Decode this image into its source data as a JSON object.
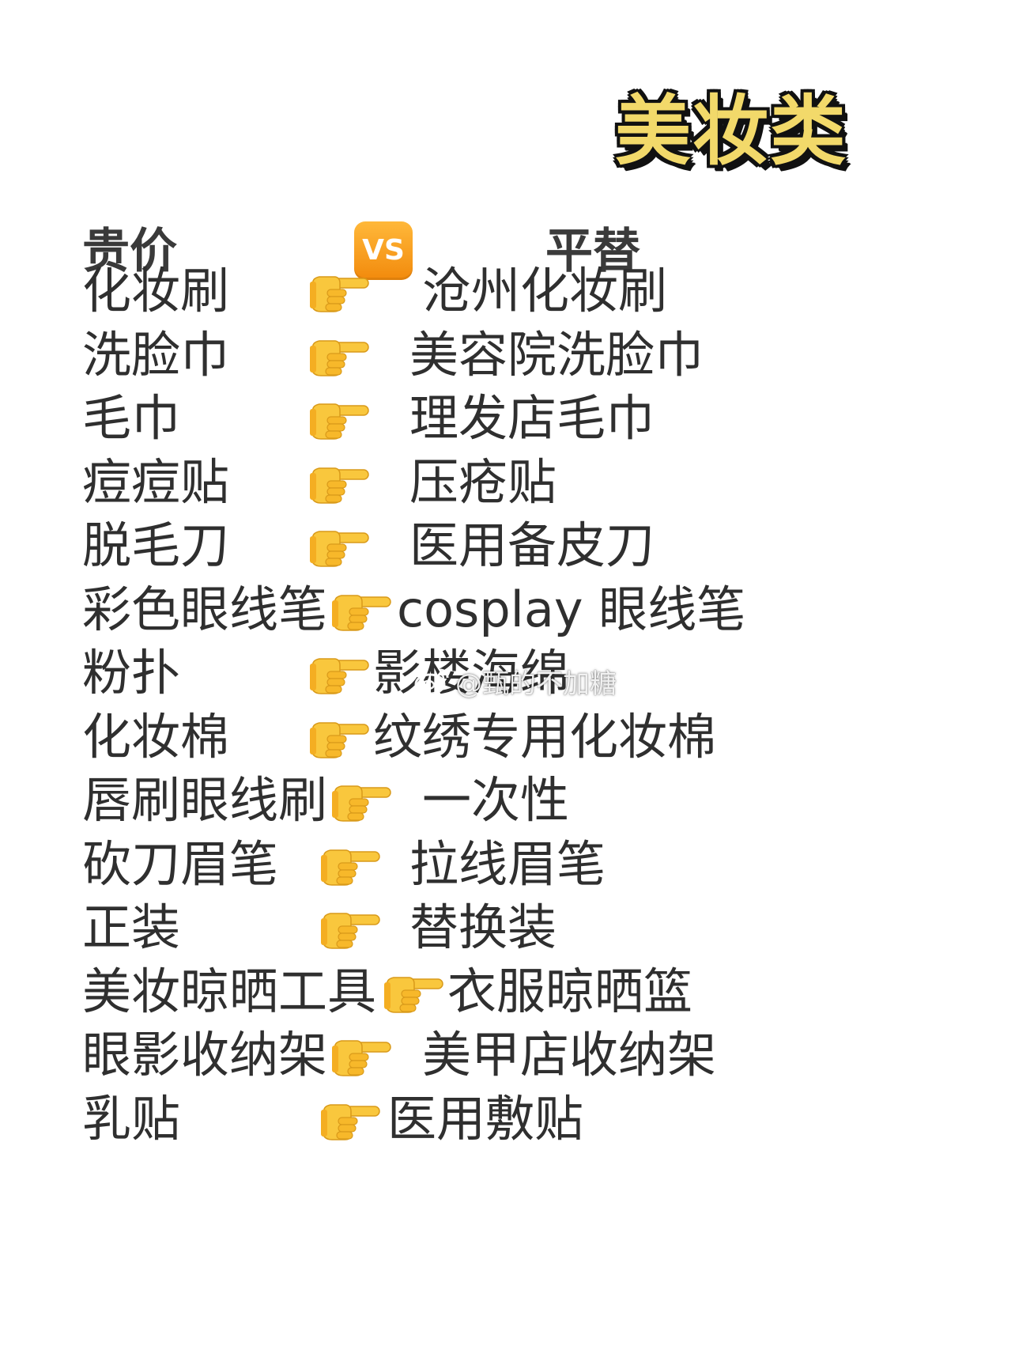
{
  "title": "美妆类",
  "header": {
    "left": "贵价",
    "badge": "VS",
    "right": "平替"
  },
  "rows": [
    {
      "expensive": "化妆刷",
      "alternative": "沧州化妆刷"
    },
    {
      "expensive": "洗脸巾",
      "alternative": "美容院洗脸巾"
    },
    {
      "expensive": "毛巾",
      "alternative": "理发店毛巾"
    },
    {
      "expensive": "痘痘贴",
      "alternative": "压疮贴"
    },
    {
      "expensive": "脱毛刀",
      "alternative": "医用备皮刀"
    },
    {
      "expensive": "彩色眼线笔",
      "alternative": "cosplay 眼线笔"
    },
    {
      "expensive": "粉扑",
      "alternative": "影楼海绵"
    },
    {
      "expensive": "化妆棉",
      "alternative": "纹绣专用化妆棉"
    },
    {
      "expensive": "唇刷眼线刷",
      "alternative": "一次性"
    },
    {
      "expensive": "砍刀眉笔",
      "alternative": "拉线眉笔"
    },
    {
      "expensive": "正装",
      "alternative": "替换装"
    },
    {
      "expensive": "美妆晾晒工具",
      "alternative": "衣服晾晒篮"
    },
    {
      "expensive": "眼影收纳架",
      "alternative": "美甲店收纳架"
    },
    {
      "expensive": "乳贴",
      "alternative": "医用敷贴"
    }
  ],
  "watermark": "@甄的不加糖",
  "icons": {
    "pointer": "backhand-index-pointing-right-icon",
    "watermark_logo": "weibo-logo-icon"
  },
  "colors": {
    "title_fill": "#f2d96a",
    "badge": "#f5a01a",
    "hand": "#f9c73d",
    "text": "#2f2f2f"
  }
}
